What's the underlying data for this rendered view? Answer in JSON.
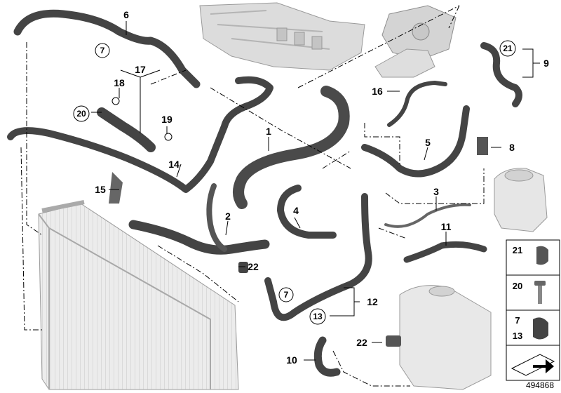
{
  "diagram": {
    "id": "494868",
    "labels": {
      "p1": "1",
      "p2": "2",
      "p3": "3",
      "p4": "4",
      "p5": "5",
      "p6": "6",
      "p7a": "7",
      "p7b": "7",
      "p8": "8",
      "p9": "9",
      "p10": "10",
      "p11": "11",
      "p12": "12",
      "p13": "13",
      "p14": "14",
      "p15": "15",
      "p16": "16",
      "p17": "17",
      "p18": "18",
      "p19": "19",
      "p20": "20",
      "p21": "21",
      "p22a": "22",
      "p22b": "22"
    },
    "legend": {
      "l21": "21",
      "l20": "20",
      "l7": "7",
      "l13": "13"
    }
  },
  "colors": {
    "hose": "#4a4a4a",
    "hose_edge": "#2a2a2a",
    "engine": "#d8d8d8",
    "radiator": "#e4e4e4",
    "line": "#000000"
  }
}
